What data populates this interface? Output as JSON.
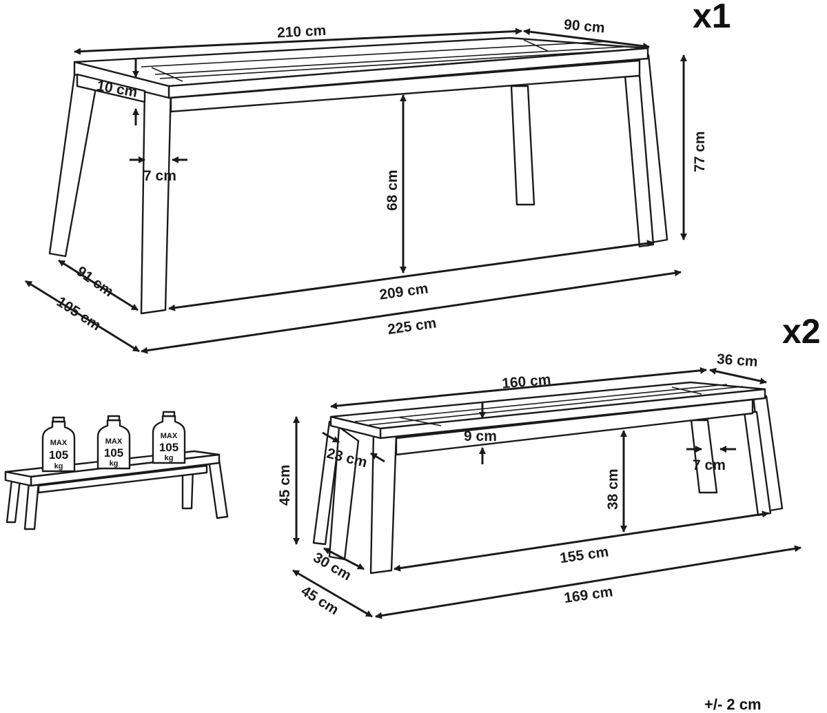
{
  "table": {
    "quantity": "x1",
    "dimensions": {
      "length_top": "210 cm",
      "width_top": "90 cm",
      "height": "77 cm",
      "apron": "10 cm",
      "leg": "7 cm",
      "clearance": "68 cm",
      "inner_width": "91 cm",
      "inner_length": "209 cm",
      "outer_width": "105 cm",
      "outer_length": "225 cm"
    }
  },
  "bench": {
    "quantity": "x2",
    "dimensions": {
      "length_top": "160 cm",
      "width_top": "36 cm",
      "height": "45 cm",
      "apron": "9 cm",
      "leg_depth": "23 cm",
      "leg": "7 cm",
      "clearance": "38 cm",
      "inner_length": "155 cm",
      "inner_width": "30 cm",
      "outer_width": "45 cm",
      "outer_length": "169 cm"
    }
  },
  "weights": [
    {
      "max": "MAX",
      "value": "105",
      "unit": "kg"
    },
    {
      "max": "MAX",
      "value": "105",
      "unit": "kg"
    },
    {
      "max": "MAX",
      "value": "105",
      "unit": "kg"
    }
  ],
  "tolerance": "+/- 2 cm",
  "colors": {
    "line": "#1a1a1a",
    "background": "#ffffff"
  }
}
